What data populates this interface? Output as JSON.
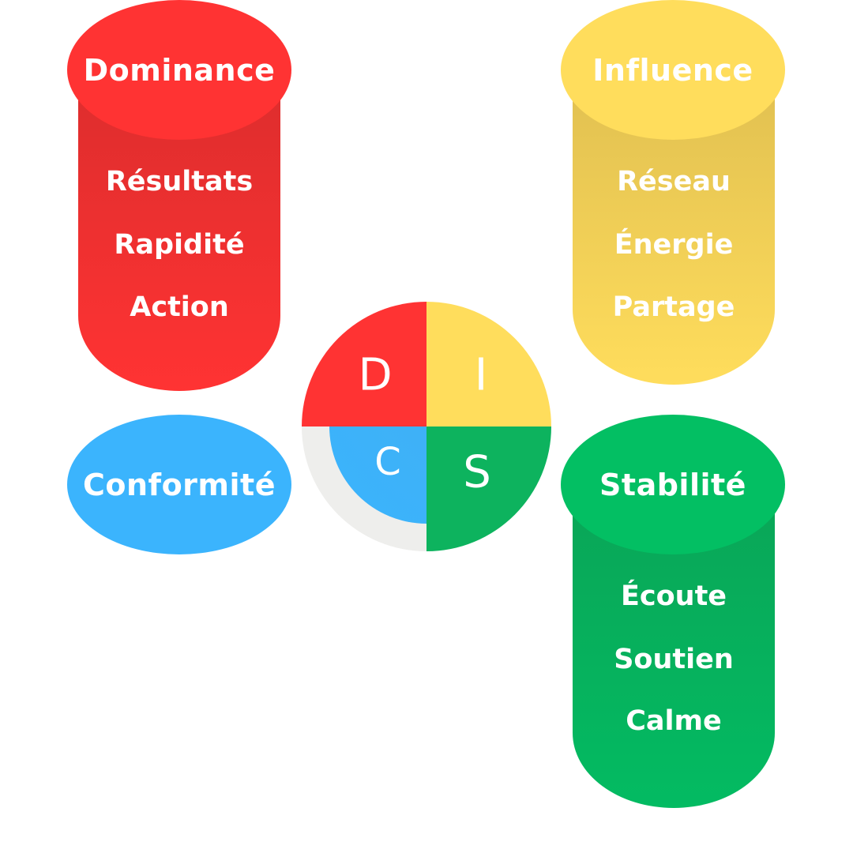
{
  "colors": {
    "dominance": "#ff3333",
    "influence": "#ffdd5c",
    "stability": "#0db35e",
    "conformity": "#3bb4fd",
    "ring": "#eeeeec"
  },
  "dominance": {
    "title": "Dominance",
    "items": [
      "Résultats",
      "Rapidité",
      "Action"
    ]
  },
  "influence": {
    "title": "Influence",
    "items": [
      "Réseau",
      "Énergie",
      "Partage"
    ]
  },
  "conformity": {
    "title": "Conformité"
  },
  "stability": {
    "title": "Stabilité",
    "items": [
      "Écoute",
      "Soutien",
      "Calme"
    ]
  },
  "disc": {
    "d": "D",
    "i": "I",
    "c": "C",
    "s": "S"
  }
}
